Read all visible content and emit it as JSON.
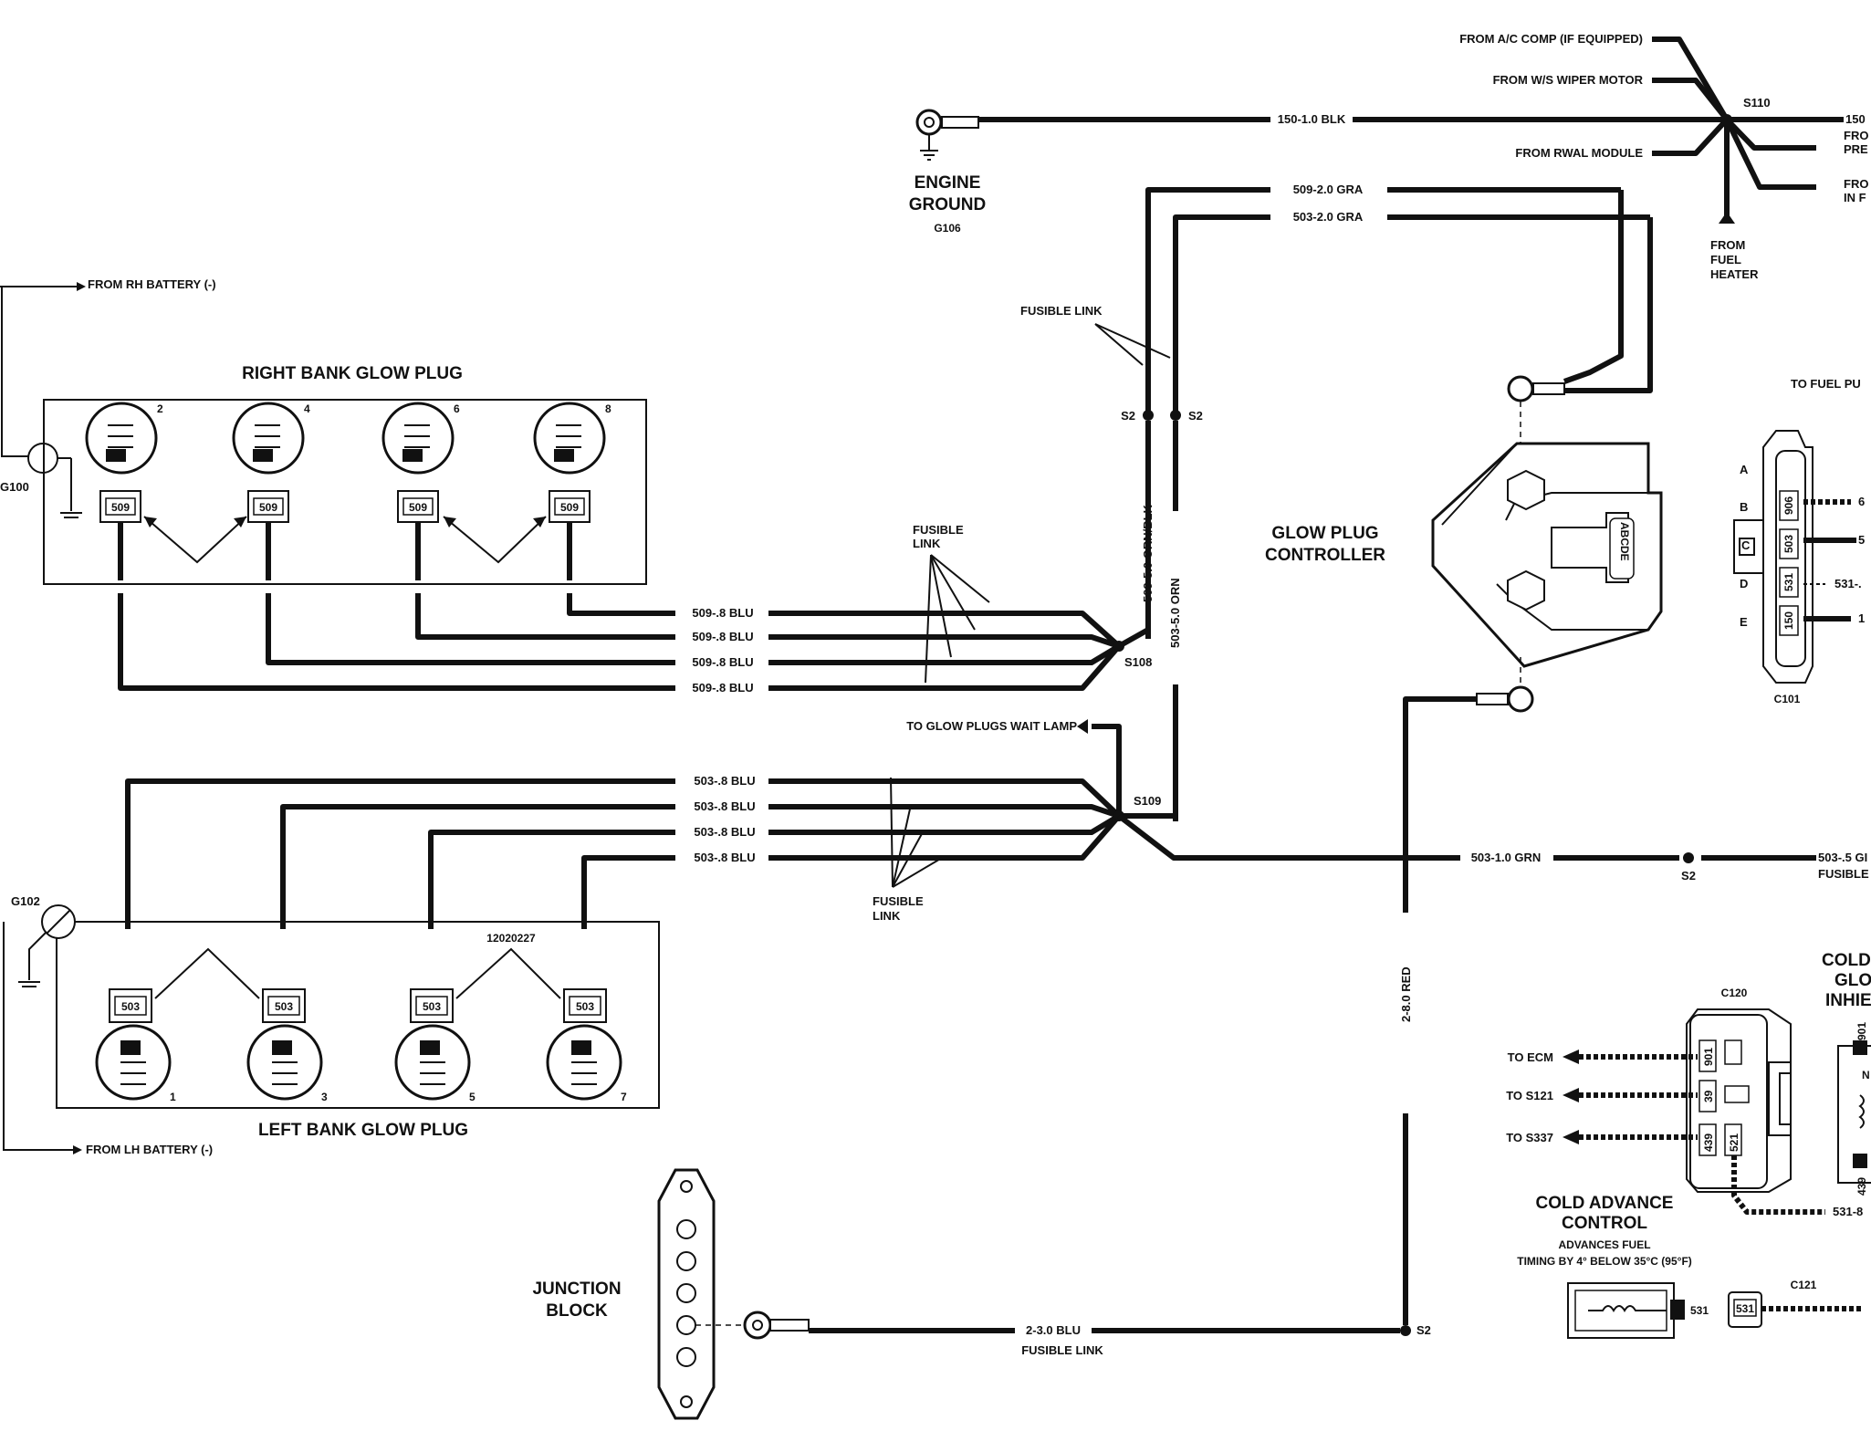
{
  "labels": {
    "from_ac_comp": "FROM A/C COMP (IF EQUIPPED)",
    "from_ws_wiper": "FROM W/S WIPER MOTOR",
    "from_rwal": "FROM RWAL MODULE",
    "s110": "S110",
    "w150_top": "150",
    "from_pre_1": "FRO",
    "from_pre_2": "PRE",
    "from_in_1": "FRO",
    "from_in_2": "IN F",
    "from_fuel_1": "FROM",
    "from_fuel_2": "FUEL",
    "from_fuel_3": "HEATER",
    "w150_blk": "150-1.0 BLK",
    "engine_ground_1": "ENGINE",
    "engine_ground_2": "GROUND",
    "g106": "G106",
    "w509_gra": "509-2.0 GRA",
    "w503_gra": "503-2.0 GRA",
    "from_rh_battery": "FROM RH BATTERY (-)",
    "fusible_link_top": "FUSIBLE LINK",
    "right_bank": "RIGHT BANK GLOW PLUG",
    "g100": "G100",
    "s2_a": "S2",
    "s2_b": "S2",
    "s2_c": "S2",
    "s2_d": "S2",
    "w509_orn_blk": "509-5.0 ORN/BLK",
    "w503_orn": "503-5.0 ORN",
    "glow_ctrl_1": "GLOW PLUG",
    "glow_ctrl_2": "CONTROLLER",
    "to_fuel_pu": "TO FUEL PU",
    "fusible_mid_1": "FUSIBLE",
    "fusible_mid_2": "LINK",
    "w509_blu": "509-.8 BLU",
    "s108": "S108",
    "to_wait_lamp": "TO GLOW PLUGS WAIT LAMP",
    "w503_blu": "503-.8 BLU",
    "s109": "S109",
    "w503_grn": "503-1.0 GRN",
    "w503_gr_right": "503-.5 GI",
    "fusible_right": "FUSIBLE",
    "g102": "G102",
    "part_num": "12020227",
    "fusible_low_1": "FUSIBLE",
    "fusible_low_2": "LINK",
    "left_bank": "LEFT BANK GLOW PLUG",
    "from_lh_battery": "FROM LH BATTERY (-)",
    "w2_red": "2-8.0 RED",
    "cold_1": "COLD",
    "cold_2": "GLO",
    "cold_3": "INHIE",
    "c120": "C120",
    "to_ecm": "TO ECM",
    "to_s121": "TO S121",
    "to_s337": "TO S337",
    "cold_adv_1": "COLD ADVANCE",
    "cold_adv_2": "CONTROL",
    "cold_adv_3": "ADVANCES FUEL",
    "cold_adv_4": "TIMING BY 4° BELOW 35°C (95°F)",
    "c121": "C121",
    "w531_8": "531-8",
    "junction_1": "JUNCTION",
    "junction_2": "BLOCK",
    "w2_blu": "2-3.0 BLU",
    "fusible_bottom": "FUSIBLE LINK",
    "c101": "C101",
    "pin_a": "A",
    "pin_b": "B",
    "pin_c": "C",
    "pin_d": "D",
    "pin_e": "E",
    "c101_906": "906",
    "c101_503": "503",
    "c101_531": "531",
    "c101_150": "150",
    "c101_r_6": "6",
    "c101_r_5": "5",
    "c101_r_531": "531-.",
    "c101_r_1": "1",
    "code_509": "509",
    "code_503": "503",
    "plug_2": "2",
    "plug_4": "4",
    "plug_6": "6",
    "plug_8": "8",
    "plug_1": "1",
    "plug_3": "3",
    "plug_5": "5",
    "plug_7": "7",
    "c120_901": "901",
    "c120_39": "39",
    "c120_439": "439",
    "c120_521": "521",
    "cold_901": "901",
    "cold_n": "N",
    "cold_439": "439",
    "n531": "531",
    "ctrl_letters": "ABCDE"
  }
}
